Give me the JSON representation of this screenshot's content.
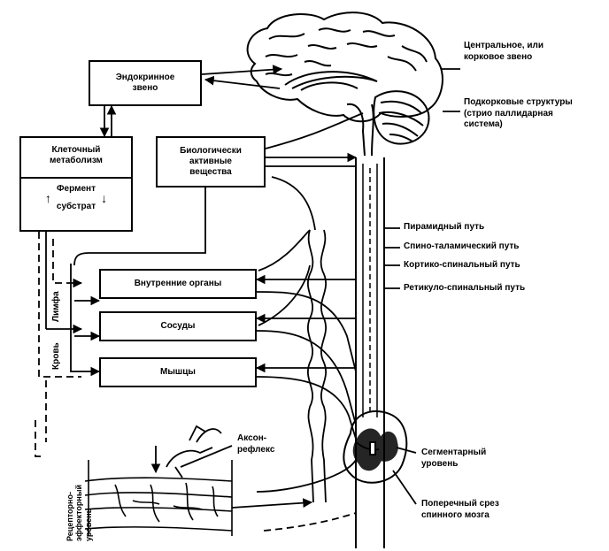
{
  "boxes": {
    "endocrine": "Эндокринное\nзвено",
    "metabolism": "Клеточный\nметаболизм",
    "enzyme": "Фермент",
    "substrate": "субстрат",
    "bioactive": "Биологически\nактивные\nвещества",
    "organs": "Внутренние органы",
    "vessels": "Сосуды",
    "muscles": "Мышцы"
  },
  "labels": {
    "cortical_1": "Центральное, или",
    "cortical_2": "корковое звено",
    "subcortical_1": "Подкорковые структуры",
    "subcortical_2": "(стрио паллидарная",
    "subcortical_3": "система)",
    "pyramidal": "Пирамидный путь",
    "spinothalamic": "Спино-таламический путь",
    "corticospinal": "Кортико-спинальный путь",
    "reticulospinal": "Ретикуло-спинальный путь",
    "axon_reflex_1": "Аксон-",
    "axon_reflex_2": "рефлекс",
    "segmental_1": "Сегментарный",
    "segmental_2": "уровень",
    "cross_section_1": "Поперечный срез",
    "cross_section_2": "спинного мозга",
    "lymph": "Лимфа",
    "blood": "Кровь",
    "receptor_level": "Рецепторно-эффекторный уровень"
  },
  "icons": {
    "brain": "brain-icon",
    "hand": "hand-icon",
    "spinal_cord": "spinal-cord-section-icon",
    "skin": "skin-tissue-icon"
  }
}
